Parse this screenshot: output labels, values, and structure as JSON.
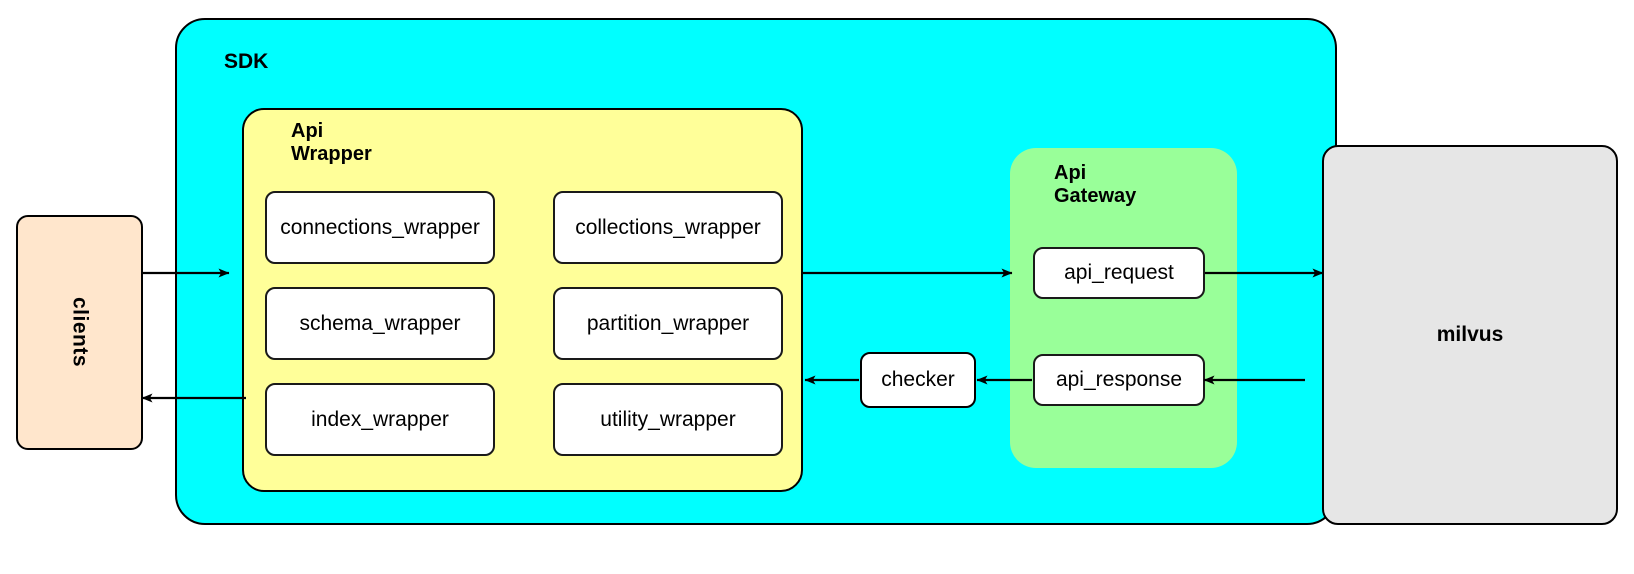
{
  "diagram": {
    "title_nodes": {
      "clients": "clients",
      "sdk": "SDK",
      "api_wrapper": "Api\nWrapper",
      "api_gateway": "Api\nGateway",
      "milvus": "milvus",
      "checker": "checker"
    },
    "wrapper_modules": [
      {
        "label": "connections_wrapper",
        "col": 0,
        "row": 0
      },
      {
        "label": "collections_wrapper",
        "col": 1,
        "row": 0
      },
      {
        "label": "schema_wrapper",
        "col": 0,
        "row": 1
      },
      {
        "label": "partition_wrapper",
        "col": 1,
        "row": 1
      },
      {
        "label": "index_wrapper",
        "col": 0,
        "row": 2
      },
      {
        "label": "utility_wrapper",
        "col": 1,
        "row": 2
      }
    ],
    "gateway_modules": [
      {
        "label": "api_request"
      },
      {
        "label": "api_response"
      }
    ],
    "colors": {
      "sdk_fill": "#00FFFF",
      "api_wrapper_fill": "#FFFF99",
      "api_gateway_fill": "#99FF99",
      "clients_fill": "#FFE6CC",
      "milvus_fill": "#E6E6E6",
      "box_fill": "#FFFFFF",
      "stroke": "#000000"
    },
    "flows": [
      {
        "from": "clients",
        "to": "api_wrapper",
        "direction": "right"
      },
      {
        "from": "api_wrapper",
        "to": "api_gateway",
        "direction": "right"
      },
      {
        "from": "api_request",
        "to": "milvus",
        "direction": "right"
      },
      {
        "from": "milvus",
        "to": "api_response",
        "direction": "left"
      },
      {
        "from": "api_response",
        "to": "checker",
        "direction": "left"
      },
      {
        "from": "checker",
        "to": "api_wrapper",
        "direction": "left"
      },
      {
        "from": "api_wrapper",
        "to": "clients",
        "direction": "left"
      }
    ]
  }
}
